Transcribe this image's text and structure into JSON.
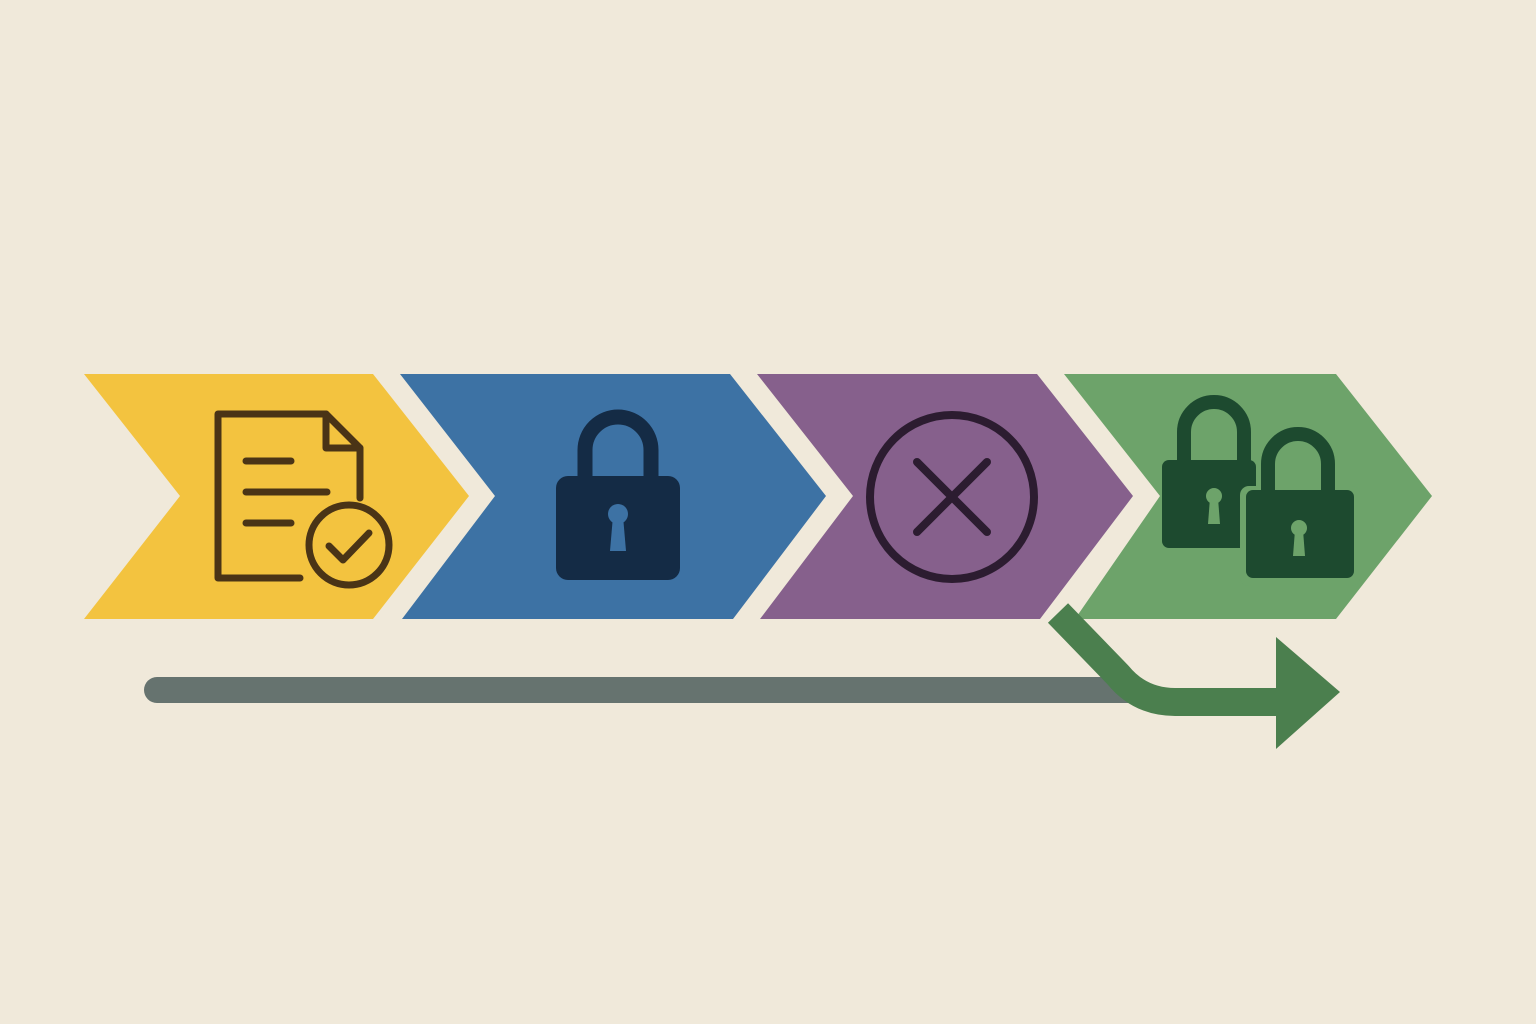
{
  "background": "#f0e9da",
  "steps": [
    {
      "name": "document-approved",
      "icon": "document-check-icon",
      "fill": "#f3c33f",
      "icon_color": "#4a3416"
    },
    {
      "name": "locked",
      "icon": "padlock-icon",
      "fill": "#3d72a4",
      "icon_color": "#142b45"
    },
    {
      "name": "rejected",
      "icon": "circle-x-icon",
      "fill": "#86608c",
      "icon_color": "#2c1c30"
    },
    {
      "name": "double-locked",
      "icon": "double-padlock-icon",
      "fill": "#6da36a",
      "icon_color": "#1d4a2f"
    }
  ],
  "timeline": {
    "track_color": "#66736f",
    "branch_arrow_color": "#4b7f4e"
  }
}
